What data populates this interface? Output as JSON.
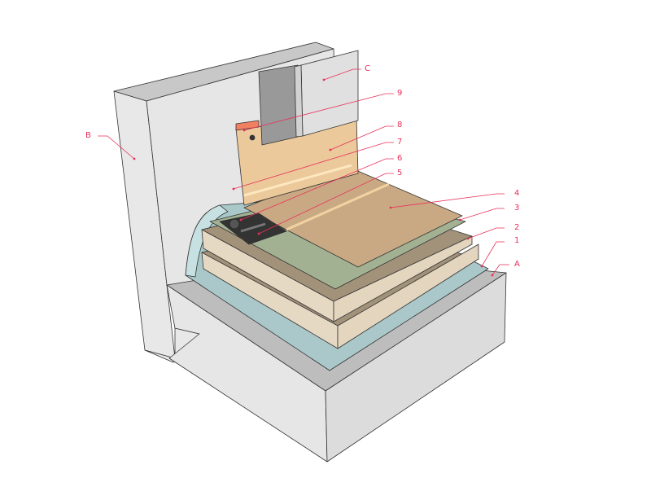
{
  "diagram": {
    "type": "isometric roof build-up cross-section",
    "colors": {
      "leader": "#e8315a",
      "concrete_light": "#e6e6e6",
      "concrete_mid": "#dcdcdc",
      "concrete_dark": "#bdbdbd",
      "vapour_barrier": "#aac8c9",
      "insulation": "#e6d9c4",
      "insulation_side": "#a3927a",
      "separation": "#a3b193",
      "membrane": "#c9a983",
      "upstand": "#ebc99b",
      "outlet": "#333333",
      "metal_flashing": "#999999",
      "coping": "#dedede",
      "sealant": "#f08060"
    },
    "labels": [
      {
        "id": "C",
        "text": "C"
      },
      {
        "id": "9",
        "text": "9"
      },
      {
        "id": "8",
        "text": "8"
      },
      {
        "id": "7",
        "text": "7"
      },
      {
        "id": "6",
        "text": "6"
      },
      {
        "id": "5",
        "text": "5"
      },
      {
        "id": "4",
        "text": "4"
      },
      {
        "id": "3",
        "text": "3"
      },
      {
        "id": "2",
        "text": "2"
      },
      {
        "id": "1",
        "text": "1"
      },
      {
        "id": "A",
        "text": "A"
      },
      {
        "id": "B",
        "text": "B"
      }
    ]
  }
}
